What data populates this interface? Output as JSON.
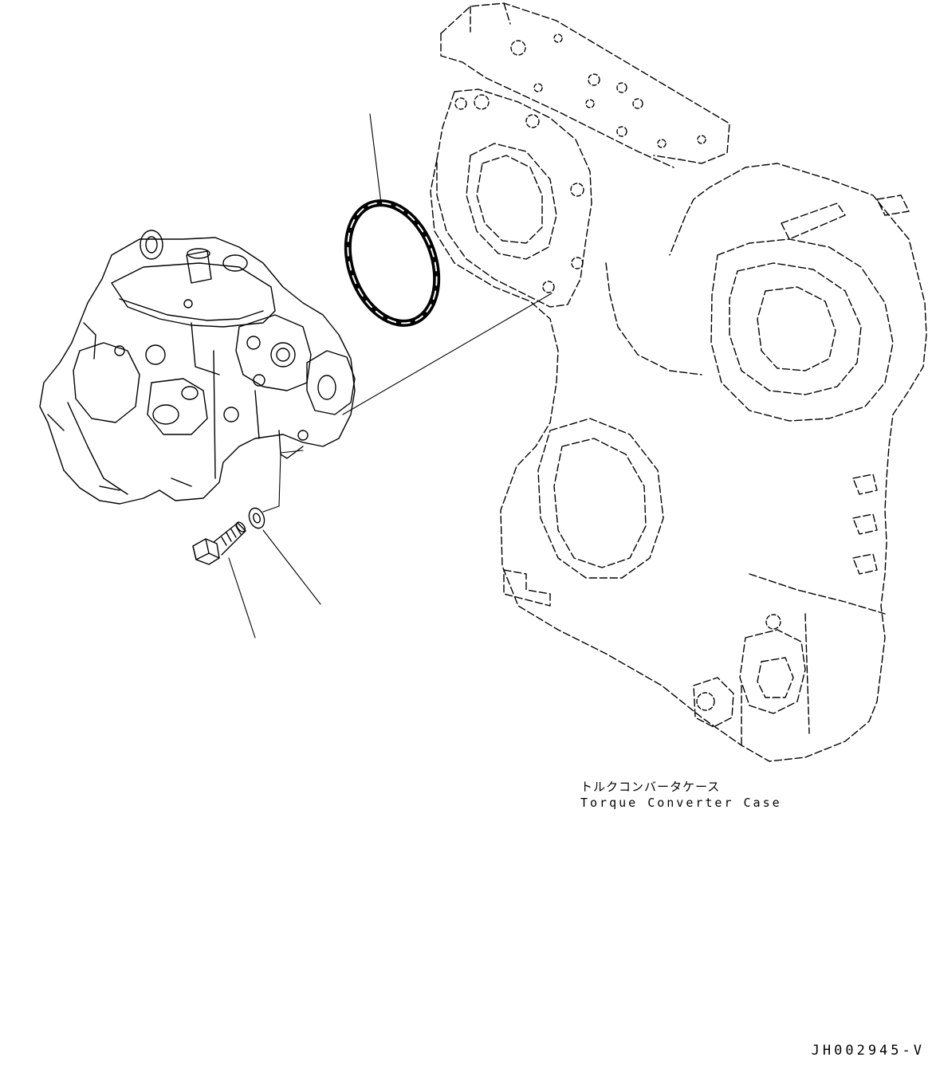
{
  "labels": {
    "case_name_ja": "トルクコンバータケース",
    "case_name_en": "Torque Converter Case"
  },
  "drawing_id": "JH002945-V",
  "parts": [
    {
      "name": "o-ring",
      "role": "seal ring between pump and case"
    },
    {
      "name": "hydraulic-pump",
      "role": "pump assembly"
    },
    {
      "name": "bolt",
      "role": "mounting bolt"
    },
    {
      "name": "washer",
      "role": "mounting washer"
    },
    {
      "name": "torque-converter-case",
      "role": "case"
    }
  ]
}
